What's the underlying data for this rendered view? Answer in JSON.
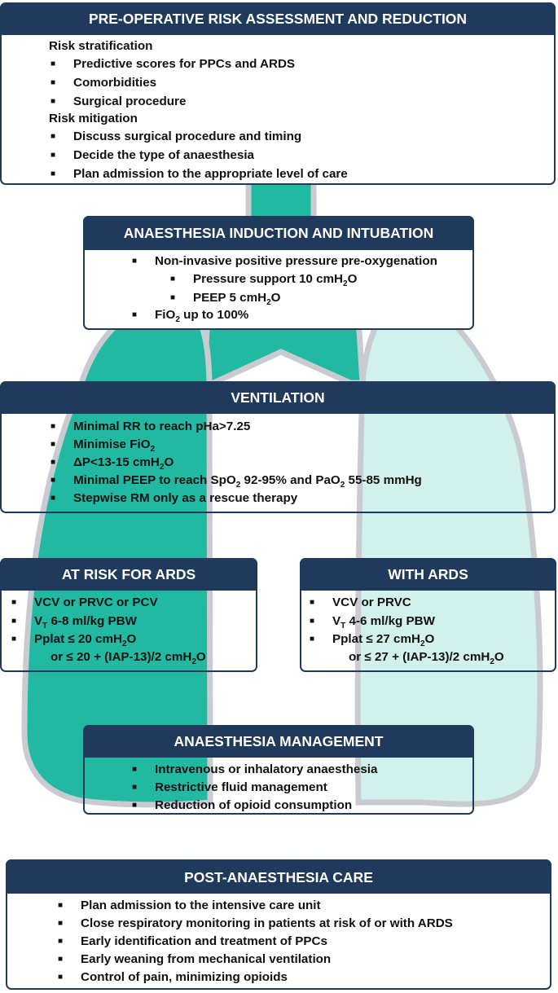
{
  "colors": {
    "navy": "#1f3a5a",
    "teal": "#22b9a2",
    "light_teal": "#d3f1ec",
    "outline": "#c8ccd0"
  },
  "bullet": "■",
  "sections": {
    "preop": {
      "title": "PRE-OPERATIVE RISK ASSESSMENT AND REDUCTION",
      "sub1": "Risk stratification",
      "items1": [
        "Predictive scores for PPCs and ARDS",
        "Comorbidities",
        "Surgical procedure"
      ],
      "sub2": "Risk mitigation",
      "items2": [
        "Discuss surgical procedure and timing",
        "Decide the type of anaesthesia",
        "Plan admission to the appropriate level of care"
      ]
    },
    "induction": {
      "title": "ANAESTHESIA INDUCTION AND INTUBATION",
      "item1": "Non-invasive positive pressure pre-oxygenation",
      "sub1": "Pressure support 10 cmH",
      "sub2": "PEEP 5 cmH",
      "item2": "FiO",
      "item2_end": " up to 100%"
    },
    "ventilation": {
      "title": "VENTILATION",
      "i1": "Minimal RR to reach pHa>7.25",
      "i2": "Minimise FiO",
      "i3": "ΔP<13-15 cmH",
      "i4a": "Minimal PEEP to reach SpO",
      "i4b": " 92-95% and PaO",
      "i4c": " 55-85 mmHg",
      "i5": "Stepwise RM only as a rescue therapy"
    },
    "at_risk": {
      "title": "AT RISK FOR ARDS",
      "i1": "VCV or PRVC or PCV",
      "i2_end": " 6-8 ml/kg PBW",
      "i3": "Pplat ≤ 20 cmH",
      "i4": "or ≤ 20 + (IAP-13)/2 cmH"
    },
    "with_ards": {
      "title": "WITH ARDS",
      "i1": "VCV or PRVC",
      "i2_end": " 4-6 ml/kg PBW",
      "i3": "Pplat ≤ 27 cmH",
      "i4": "or ≤ 27 + (IAP-13)/2 cmH"
    },
    "management": {
      "title": "ANAESTHESIA MANAGEMENT",
      "items": [
        "Intravenous or inhalatory anaesthesia",
        "Restrictive fluid management",
        "Reduction of opioid consumption"
      ]
    },
    "post": {
      "title": "POST-ANAESTHESIA CARE",
      "items": [
        "Plan admission to the intensive care unit",
        "Close respiratory monitoring in patients at risk of or with ARDS",
        "Early identification and treatment of PPCs",
        "Early weaning from mechanical ventilation",
        "Control of pain, minimizing opioids"
      ]
    }
  },
  "symbols": {
    "two": "2",
    "o": "O",
    "v": "V",
    "t": "T"
  }
}
